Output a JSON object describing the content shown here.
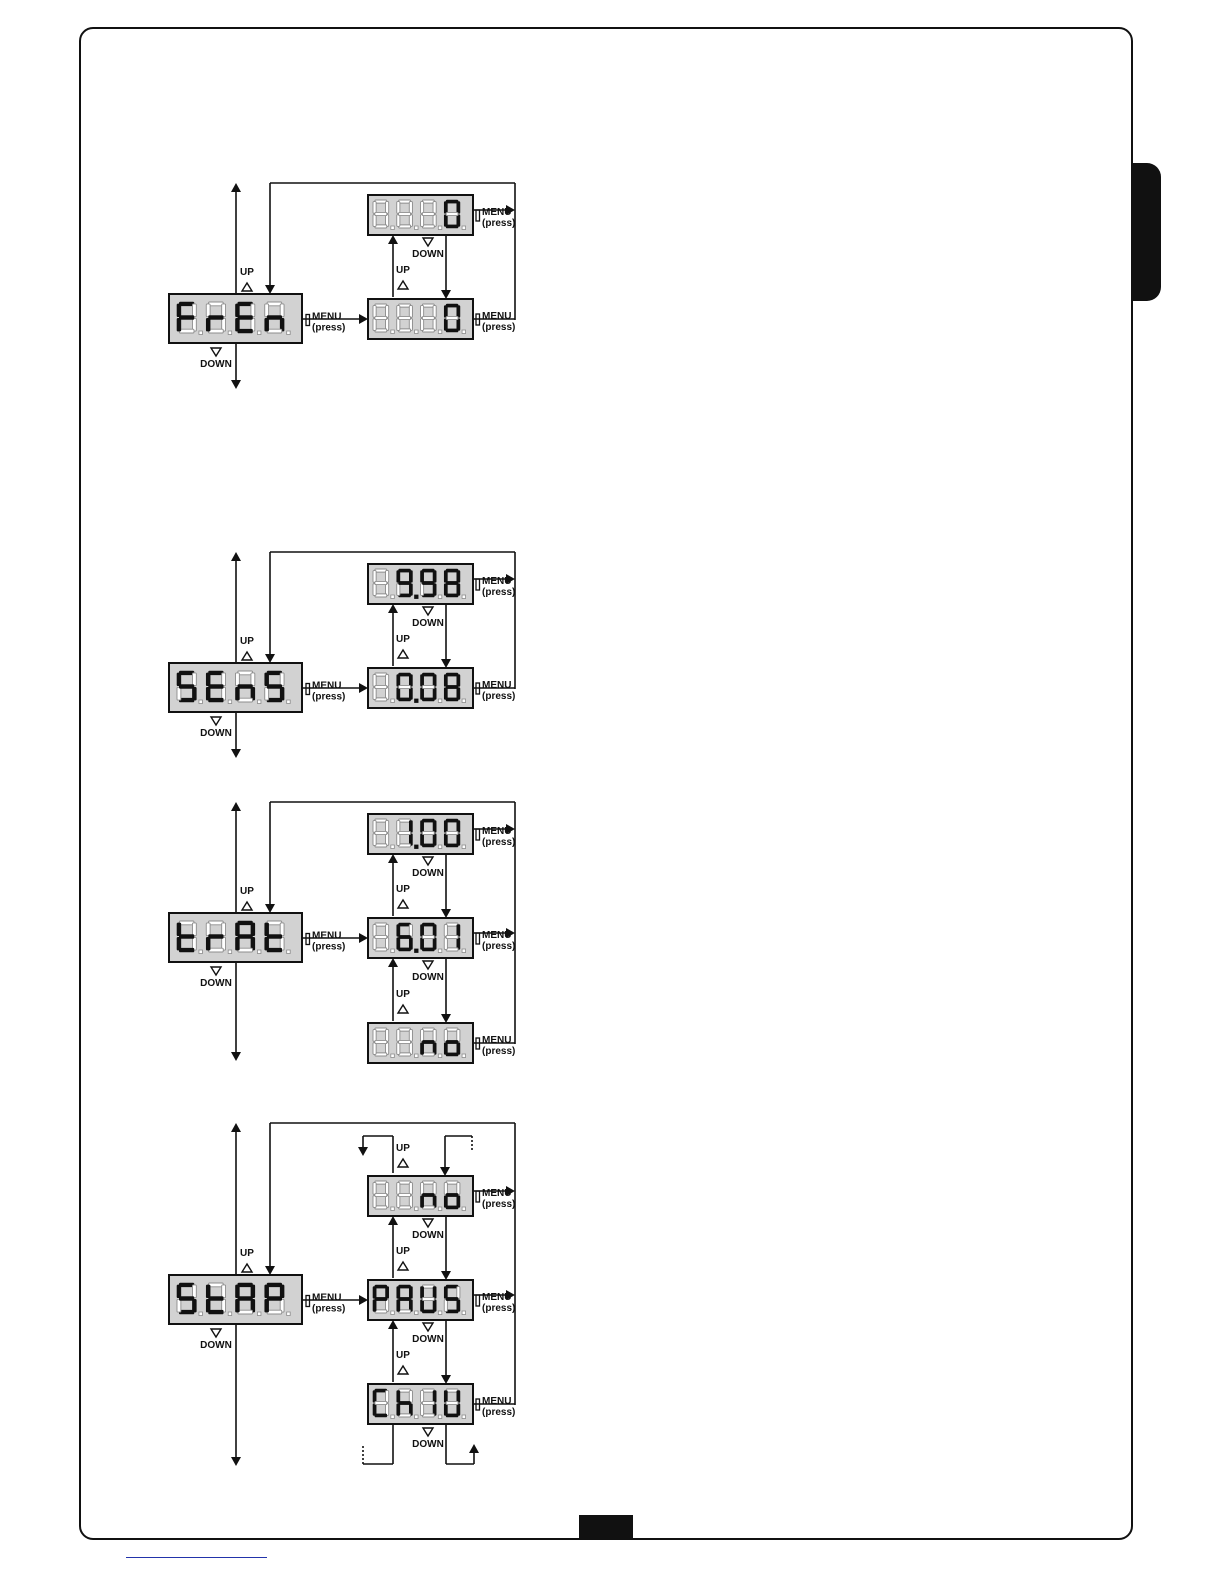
{
  "labels": {
    "up": "UP",
    "down": "DOWN",
    "menu": "MENU",
    "press": "(press)"
  },
  "colors": {
    "display_bg": "#d2d2d2",
    "segment_on": "#111111",
    "segment_off": "#8c8c8c",
    "line": "#111111"
  },
  "diagrams": [
    {
      "id": "fren",
      "main": "FrEn",
      "values": [
        "0",
        "0"
      ]
    },
    {
      "id": "sens",
      "main": "SEnS",
      "values": [
        "9.98",
        "0.08"
      ]
    },
    {
      "id": "trat",
      "main": "trAt",
      "values": [
        "1.00",
        "6.01",
        "no"
      ]
    },
    {
      "id": "stop",
      "main": "StAP",
      "values": [
        "no",
        "PAUS",
        "ChIU"
      ]
    }
  ]
}
